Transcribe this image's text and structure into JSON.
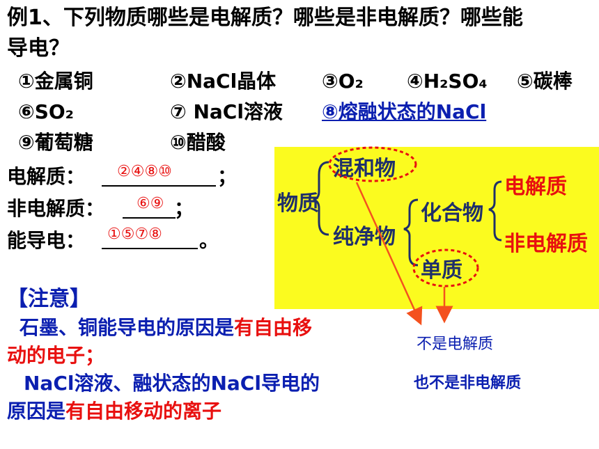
{
  "question": {
    "line1": "例1、下列物质哪些是电解质？哪些是非电解质？哪些能",
    "line2": "导电？"
  },
  "items": [
    {
      "id": "item-1",
      "text": "①金属铜"
    },
    {
      "id": "item-2",
      "text": "②NaCl晶体"
    },
    {
      "id": "item-3",
      "text": "③O₂"
    },
    {
      "id": "item-4",
      "text": "④H₂SO₄"
    },
    {
      "id": "item-5",
      "text": "⑤碳棒"
    },
    {
      "id": "item-6",
      "text": "⑥SO₂"
    },
    {
      "id": "item-7",
      "text": "⑦ NaCl溶液"
    },
    {
      "id": "item-8",
      "text": "⑧熔融状态的NaCl"
    },
    {
      "id": "item-9",
      "text": "⑨葡萄糖"
    },
    {
      "id": "item-10",
      "text": "⑩醋酸"
    }
  ],
  "answers": {
    "electrolyte_label": "电解质：",
    "electrolyte_value": "②④⑧⑩",
    "electrolyte_end": "；",
    "nonelectrolyte_label": "非电解质：",
    "nonelectrolyte_value": "⑥⑨",
    "nonelectrolyte_end": "；",
    "conductive_label": "能导电：",
    "conductive_value": "①⑤⑦⑧",
    "conductive_end": "。"
  },
  "note": {
    "title": "【注意】",
    "line1_blue": "石墨、铜能导电的原因是",
    "line1_red": "有自由移",
    "line2_red": "动的电子；",
    "line3_blue": "NaCl溶液、融状态的NaCl导电的",
    "line4_blue": "原因是",
    "line4_red": "有自由移动的离子"
  },
  "diagram": {
    "root": "物质",
    "mixture": "混和物",
    "pure": "纯净物",
    "compound": "化合物",
    "element": "单质",
    "electrolyte": "电解质",
    "nonelectrolyte": "非电解质"
  },
  "side_notes": {
    "not_electrolyte": "不是电解质",
    "not_nonelectrolyte": "也不是非电解质"
  },
  "colors": {
    "blue": "#0b1fb0",
    "red": "#e8100f",
    "diagram_bg": "#fbfb1f"
  }
}
